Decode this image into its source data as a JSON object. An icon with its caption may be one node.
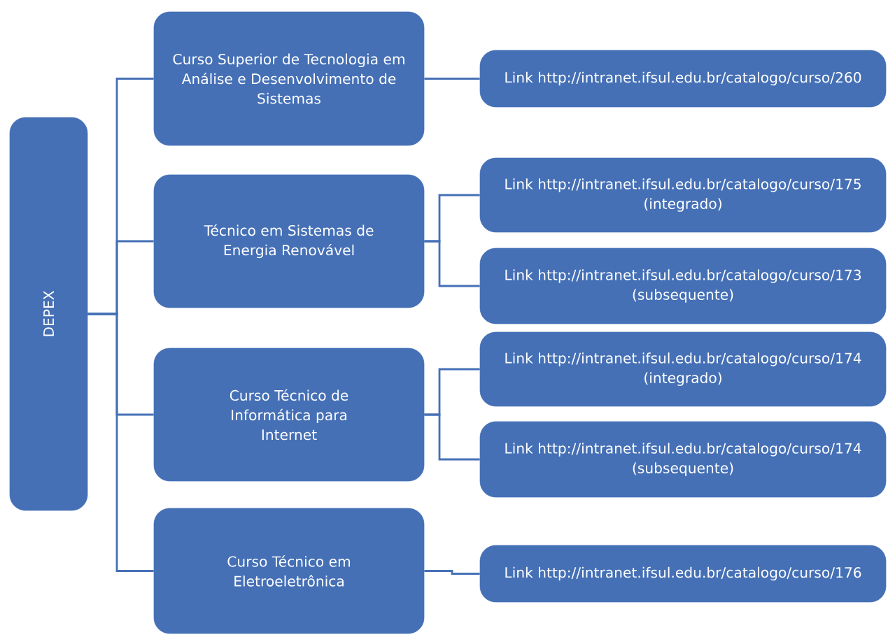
{
  "diagram": {
    "nodes": [
      {
        "text": [
          "DEPEX"
        ]
      },
      {
        "text": [
          "Curso Superior de Tecnologia em Análise e Desenvolvimento de Sistemas"
        ]
      },
      {
        "text": [
          "Técnico em Sistemas de Energia Renovável"
        ]
      },
      {
        "text": [
          "Curso Técnico de Informática para Internet"
        ]
      },
      {
        "text": [
          "Curso Técnico em Eletroeletrônica"
        ]
      },
      {
        "text": [
          "Link http://intranet.ifsul.edu.br/catalogo/curso/260"
        ]
      },
      {
        "text": [
          "Link http://intranet.ifsul.edu.br/catalogo/curso/175 (integrado)"
        ]
      },
      {
        "text": [
          "Link http://intranet.ifsul.edu.br/catalogo/curso/173 (subsequente)"
        ]
      },
      {
        "text": [
          "Link http://intranet.ifsul.edu.br/catalogo/curso/174 (integrado)"
        ]
      },
      {
        "text": [
          "Link http://intranet.ifsul.edu.br/catalogo/curso/174 (subsequente)"
        ]
      },
      {
        "text": [
          "Link http://intranet.ifsul.edu.br/catalogo/curso/176"
        ]
      }
    ],
    "edges": [
      {
        "from": 0,
        "to": 1,
        "arrow": "none"
      },
      {
        "from": 0,
        "to": 2,
        "arrow": "none"
      },
      {
        "from": 0,
        "to": 3,
        "arrow": "none"
      },
      {
        "from": 0,
        "to": 4,
        "arrow": "none"
      },
      {
        "from": 1,
        "to": 5,
        "arrow": "none"
      },
      {
        "from": 2,
        "to": 6,
        "arrow": "none"
      },
      {
        "from": 2,
        "to": 7,
        "arrow": "none"
      },
      {
        "from": 3,
        "to": 8,
        "arrow": "none"
      },
      {
        "from": 3,
        "to": 9,
        "arrow": "none"
      },
      {
        "from": 4,
        "to": 10,
        "arrow": "none"
      }
    ]
  }
}
